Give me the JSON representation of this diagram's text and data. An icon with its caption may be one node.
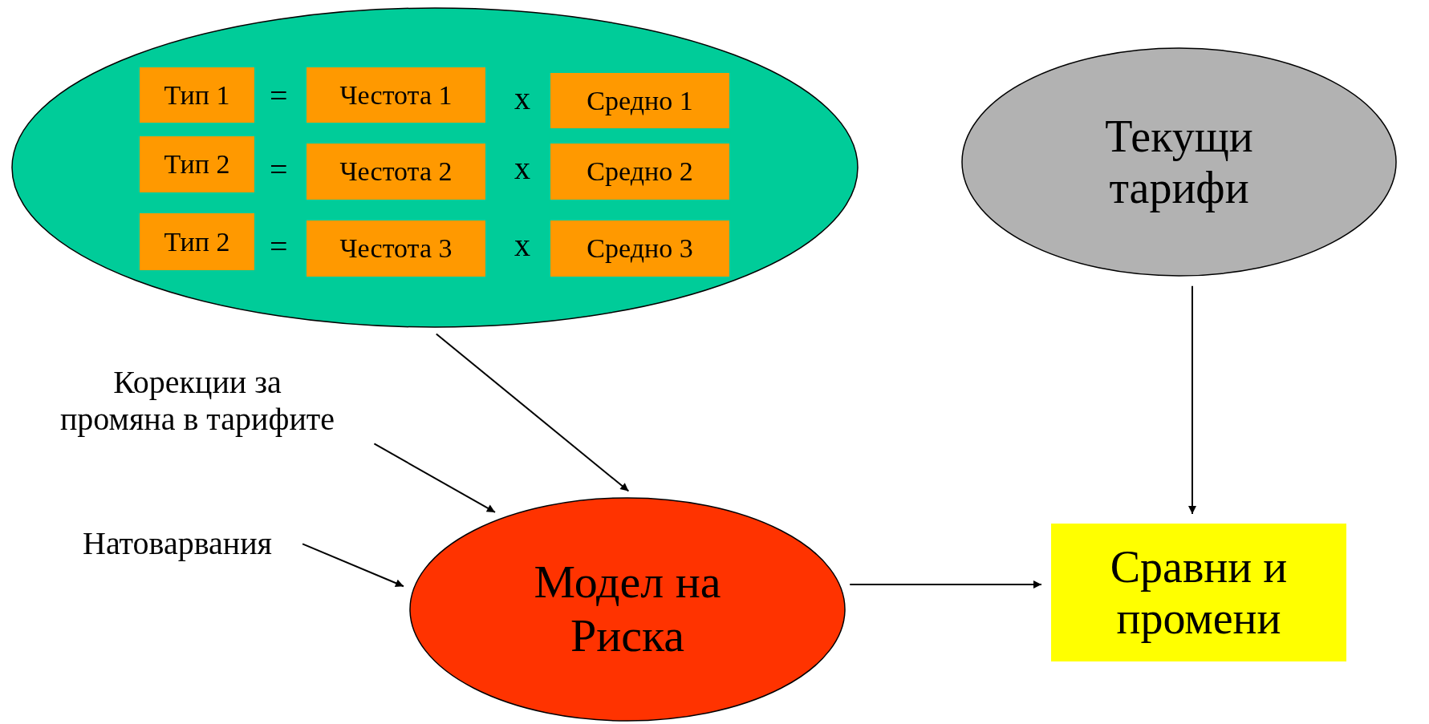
{
  "diagram": {
    "nodes": [
      {
        "text": [],
        "shape": "ellipse"
      },
      {
        "text": [
          "Тип 1"
        ],
        "in": 0
      },
      {
        "text": [
          "Честота 1"
        ],
        "in": 0
      },
      {
        "text": [
          "Средно 1"
        ],
        "in": 0
      },
      {
        "text": [
          "Тип 2"
        ],
        "in": 0
      },
      {
        "text": [
          "Честота 2"
        ],
        "in": 0
      },
      {
        "text": [
          "Средно 2"
        ],
        "in": 0
      },
      {
        "text": [
          "Тип 2"
        ],
        "in": 0
      },
      {
        "text": [
          "Честота 3"
        ],
        "in": 0
      },
      {
        "text": [
          "Средно 3"
        ],
        "in": 0
      },
      {
        "text": [
          "Текущи тарифи"
        ]
      },
      {
        "text": [
          "Корекции за промяна в тарифите"
        ]
      },
      {
        "text": [
          "Натоварвания"
        ]
      },
      {
        "text": [
          "Модел на Риска"
        ]
      },
      {
        "text": [
          "Сравни и промени"
        ]
      }
    ],
    "edges": [
      {
        "from": 0,
        "to": 13,
        "arrow": "to"
      },
      {
        "from": 11,
        "to": 13,
        "arrow": "to"
      },
      {
        "from": 12,
        "to": 13,
        "arrow": "to"
      },
      {
        "from": 10,
        "to": 14,
        "arrow": "to"
      },
      {
        "from": 13,
        "to": 14,
        "arrow": "to"
      }
    ],
    "labels": [
      "=",
      "x",
      "=",
      "x",
      "=",
      "x"
    ]
  }
}
